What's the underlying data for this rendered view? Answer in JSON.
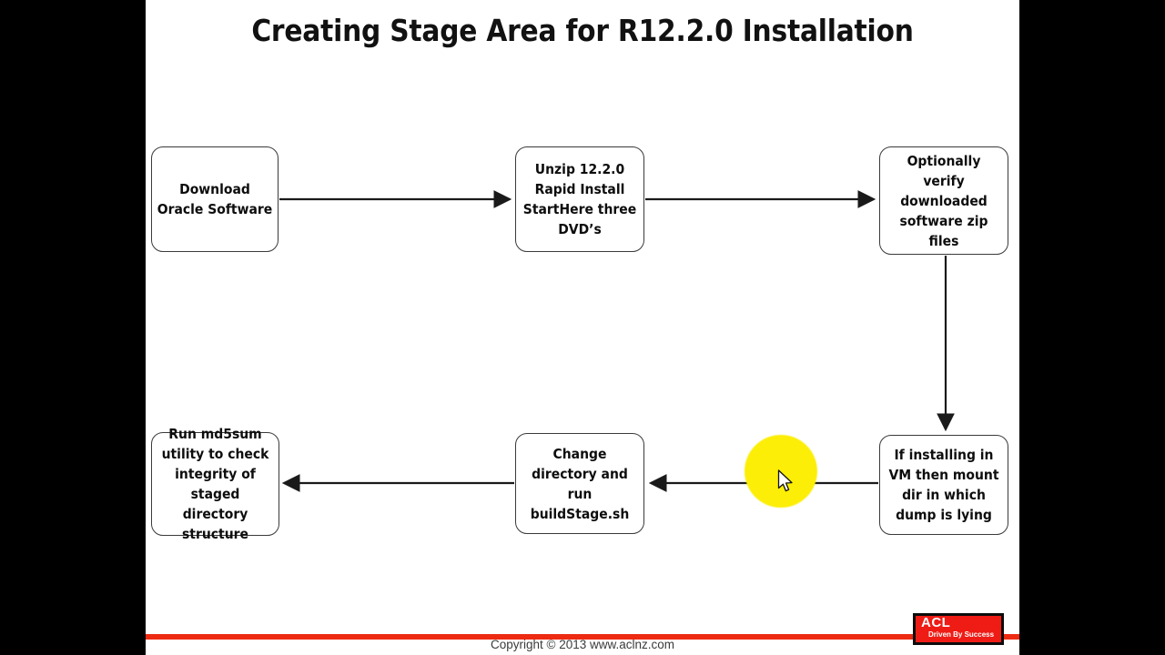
{
  "slide": {
    "title": "Creating Stage Area for R12.2.0 Installation",
    "background_color": "#ffffff",
    "letterbox_color": "#000000"
  },
  "flowchart": {
    "nodes": [
      {
        "id": "download",
        "label": "Download Oracle Software"
      },
      {
        "id": "unzip",
        "label": "Unzip 12.2.0 Rapid Install StartHere three DVD’s"
      },
      {
        "id": "verify",
        "label": "Optionally verify downloaded software zip files"
      },
      {
        "id": "vm",
        "label": "If installing in VM then mount dir in which dump is lying"
      },
      {
        "id": "buildstage",
        "label": "Change directory and run buildStage.sh"
      },
      {
        "id": "md5sum",
        "label": "Run md5sum utility to check integrity of staged directory structure"
      }
    ],
    "connectors": [
      {
        "from": "download",
        "to": "unzip",
        "direction": "right"
      },
      {
        "from": "unzip",
        "to": "verify",
        "direction": "right"
      },
      {
        "from": "verify",
        "to": "vm",
        "direction": "down"
      },
      {
        "from": "vm",
        "to": "buildstage",
        "direction": "left"
      },
      {
        "from": "buildstage",
        "to": "md5sum",
        "direction": "left"
      }
    ],
    "node_border_color": "#3a3a3a",
    "connector_color": "#1a1a1a"
  },
  "annotations": {
    "click_highlight_color": "#fcee06",
    "cursor": "arrow-pointer"
  },
  "footer": {
    "copyright": "Copyright © 2013 www.aclnz.com",
    "rule_color": "#ed2a12"
  },
  "logo": {
    "name": "ACL",
    "tagline": "Driven By Success",
    "background_color": "#ee1c15",
    "frame_color": "#0c0c0c"
  }
}
